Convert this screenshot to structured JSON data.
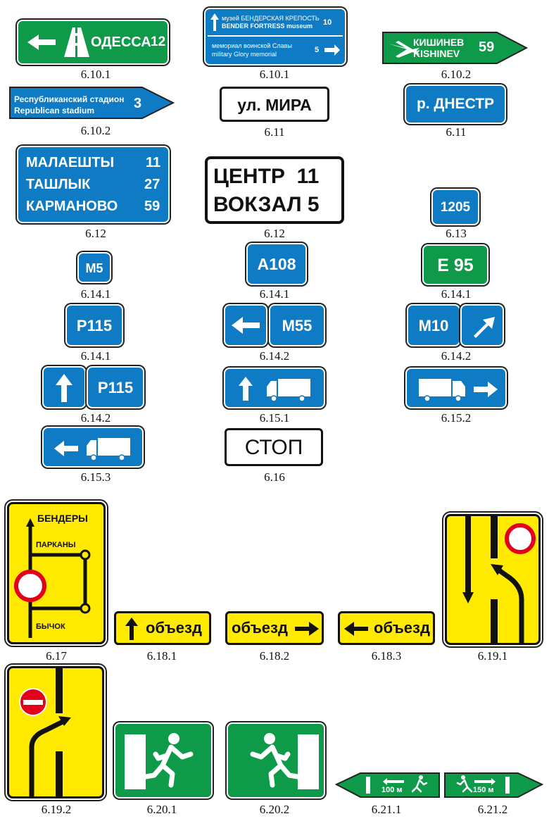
{
  "signs": {
    "s1": {
      "caption": "6.10.1",
      "city": "ОДЕССА",
      "km": "12"
    },
    "s2": {
      "caption": "6.10.1",
      "l1a": "музей БЕНДЕРСКАЯ КРЕПОСТЬ",
      "l1b": "BENDER FORTRESS museum",
      "km1": "10",
      "l2a": "мемориал воинской Славы",
      "l2b": "military Glory memorial",
      "km2": "5"
    },
    "s3": {
      "caption": "6.10.2",
      "city_ru": "КИШИНЕВ",
      "city_en": "KISHINEV",
      "km": "59"
    },
    "s4": {
      "caption": "6.10.2",
      "l1": "Республиканский стадион",
      "l2": "Republican stadium",
      "km": "3"
    },
    "s5": {
      "caption": "6.11",
      "text": "ул. МИРА"
    },
    "s6": {
      "caption": "6.11",
      "text": "р. ДНЕСТР"
    },
    "s7": {
      "caption": "6.12",
      "rows": [
        {
          "name": "МАЛАЕШТЫ",
          "km": "11"
        },
        {
          "name": "ТАШЛЫК",
          "km": "27"
        },
        {
          "name": "КАРМАНОВО",
          "km": "59"
        }
      ]
    },
    "s8": {
      "caption": "6.12",
      "r1": "ЦЕНТР  11",
      "r2": "ВОКЗАЛ 5"
    },
    "s9": {
      "caption": "6.13",
      "text": "1205"
    },
    "s10": {
      "caption": "6.14.1",
      "text": "M5"
    },
    "s11": {
      "caption": "6.14.1",
      "text": "A108"
    },
    "s12": {
      "caption": "6.14.1",
      "text": "E 95"
    },
    "s13": {
      "caption": "6.14.1",
      "text": "P115"
    },
    "s14": {
      "caption": "6.14.2",
      "text": "M55"
    },
    "s15": {
      "caption": "6.14.2",
      "text": "M10"
    },
    "s16": {
      "caption": "6.14.2",
      "text": "P115"
    },
    "s17": {
      "caption": "6.15.1"
    },
    "s18": {
      "caption": "6.15.2"
    },
    "s19": {
      "caption": "6.15.3"
    },
    "s20": {
      "caption": "6.16",
      "text": "СТОП"
    },
    "s21": {
      "caption": "6.17",
      "top": "БЕНДЕРЫ",
      "mid": "ПАРКАНЫ",
      "bot": "БЫЧОК"
    },
    "s22": {
      "caption": "6.18.1",
      "text": "объезд"
    },
    "s23": {
      "caption": "6.18.2",
      "text": "объезд"
    },
    "s24": {
      "caption": "6.18.3",
      "text": "объезд"
    },
    "s25": {
      "caption": "6.19.1"
    },
    "s26": {
      "caption": "6.19.2"
    },
    "s27": {
      "caption": "6.20.1"
    },
    "s28": {
      "caption": "6.20.2"
    },
    "s29": {
      "caption": "6.21.1",
      "dist": "100 м"
    },
    "s30": {
      "caption": "6.21.2",
      "dist": "150 м"
    }
  },
  "colors": {
    "blue": "#0e7bc4",
    "green": "#0f9a4a",
    "yellow": "#ffea00",
    "red": "#e2001a"
  }
}
